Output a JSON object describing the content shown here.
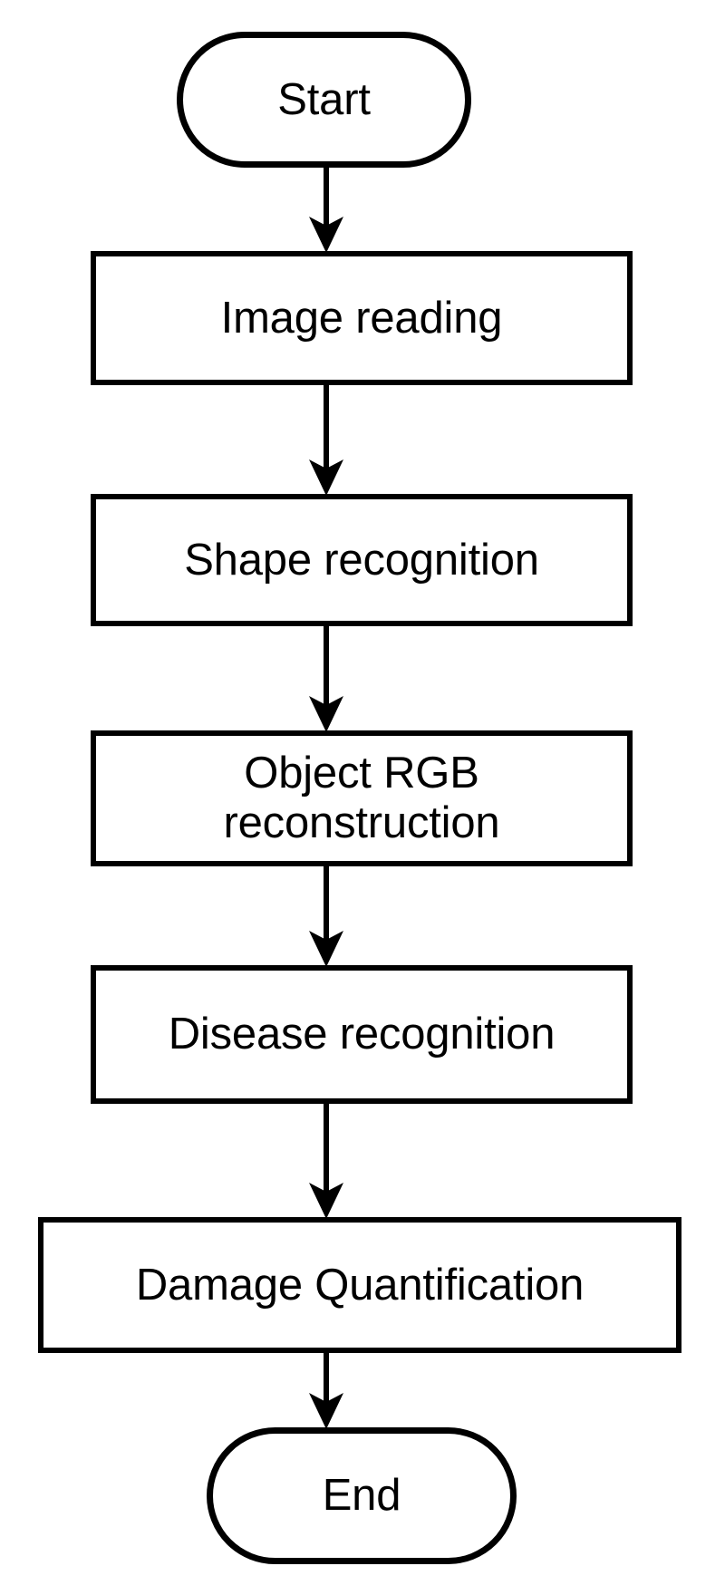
{
  "diagram": {
    "title": "Image processing workflow flowchart",
    "orientation": "top-to-bottom",
    "background_color": "#ffffff",
    "stroke_color": "#000000",
    "text_color": "#000000",
    "nodes": [
      {
        "id": "start",
        "label": "Start",
        "shape": "terminator"
      },
      {
        "id": "image-reading",
        "label": "Image reading",
        "shape": "process"
      },
      {
        "id": "shape-recognition",
        "label": "Shape recognition",
        "shape": "process"
      },
      {
        "id": "object-rgb-reconstruction",
        "label": "Object RGB\nreconstruction",
        "shape": "process"
      },
      {
        "id": "disease-recognition",
        "label": "Disease recognition",
        "shape": "process"
      },
      {
        "id": "damage-quantification",
        "label": "Damage Quantification",
        "shape": "process"
      },
      {
        "id": "end",
        "label": "End",
        "shape": "terminator"
      }
    ],
    "edges": [
      {
        "from": "start",
        "to": "image-reading",
        "type": "arrow"
      },
      {
        "from": "image-reading",
        "to": "shape-recognition",
        "type": "arrow"
      },
      {
        "from": "shape-recognition",
        "to": "object-rgb-reconstruction",
        "type": "arrow"
      },
      {
        "from": "object-rgb-reconstruction",
        "to": "disease-recognition",
        "type": "arrow"
      },
      {
        "from": "disease-recognition",
        "to": "damage-quantification",
        "type": "arrow"
      },
      {
        "from": "damage-quantification",
        "to": "end",
        "type": "arrow"
      }
    ]
  }
}
